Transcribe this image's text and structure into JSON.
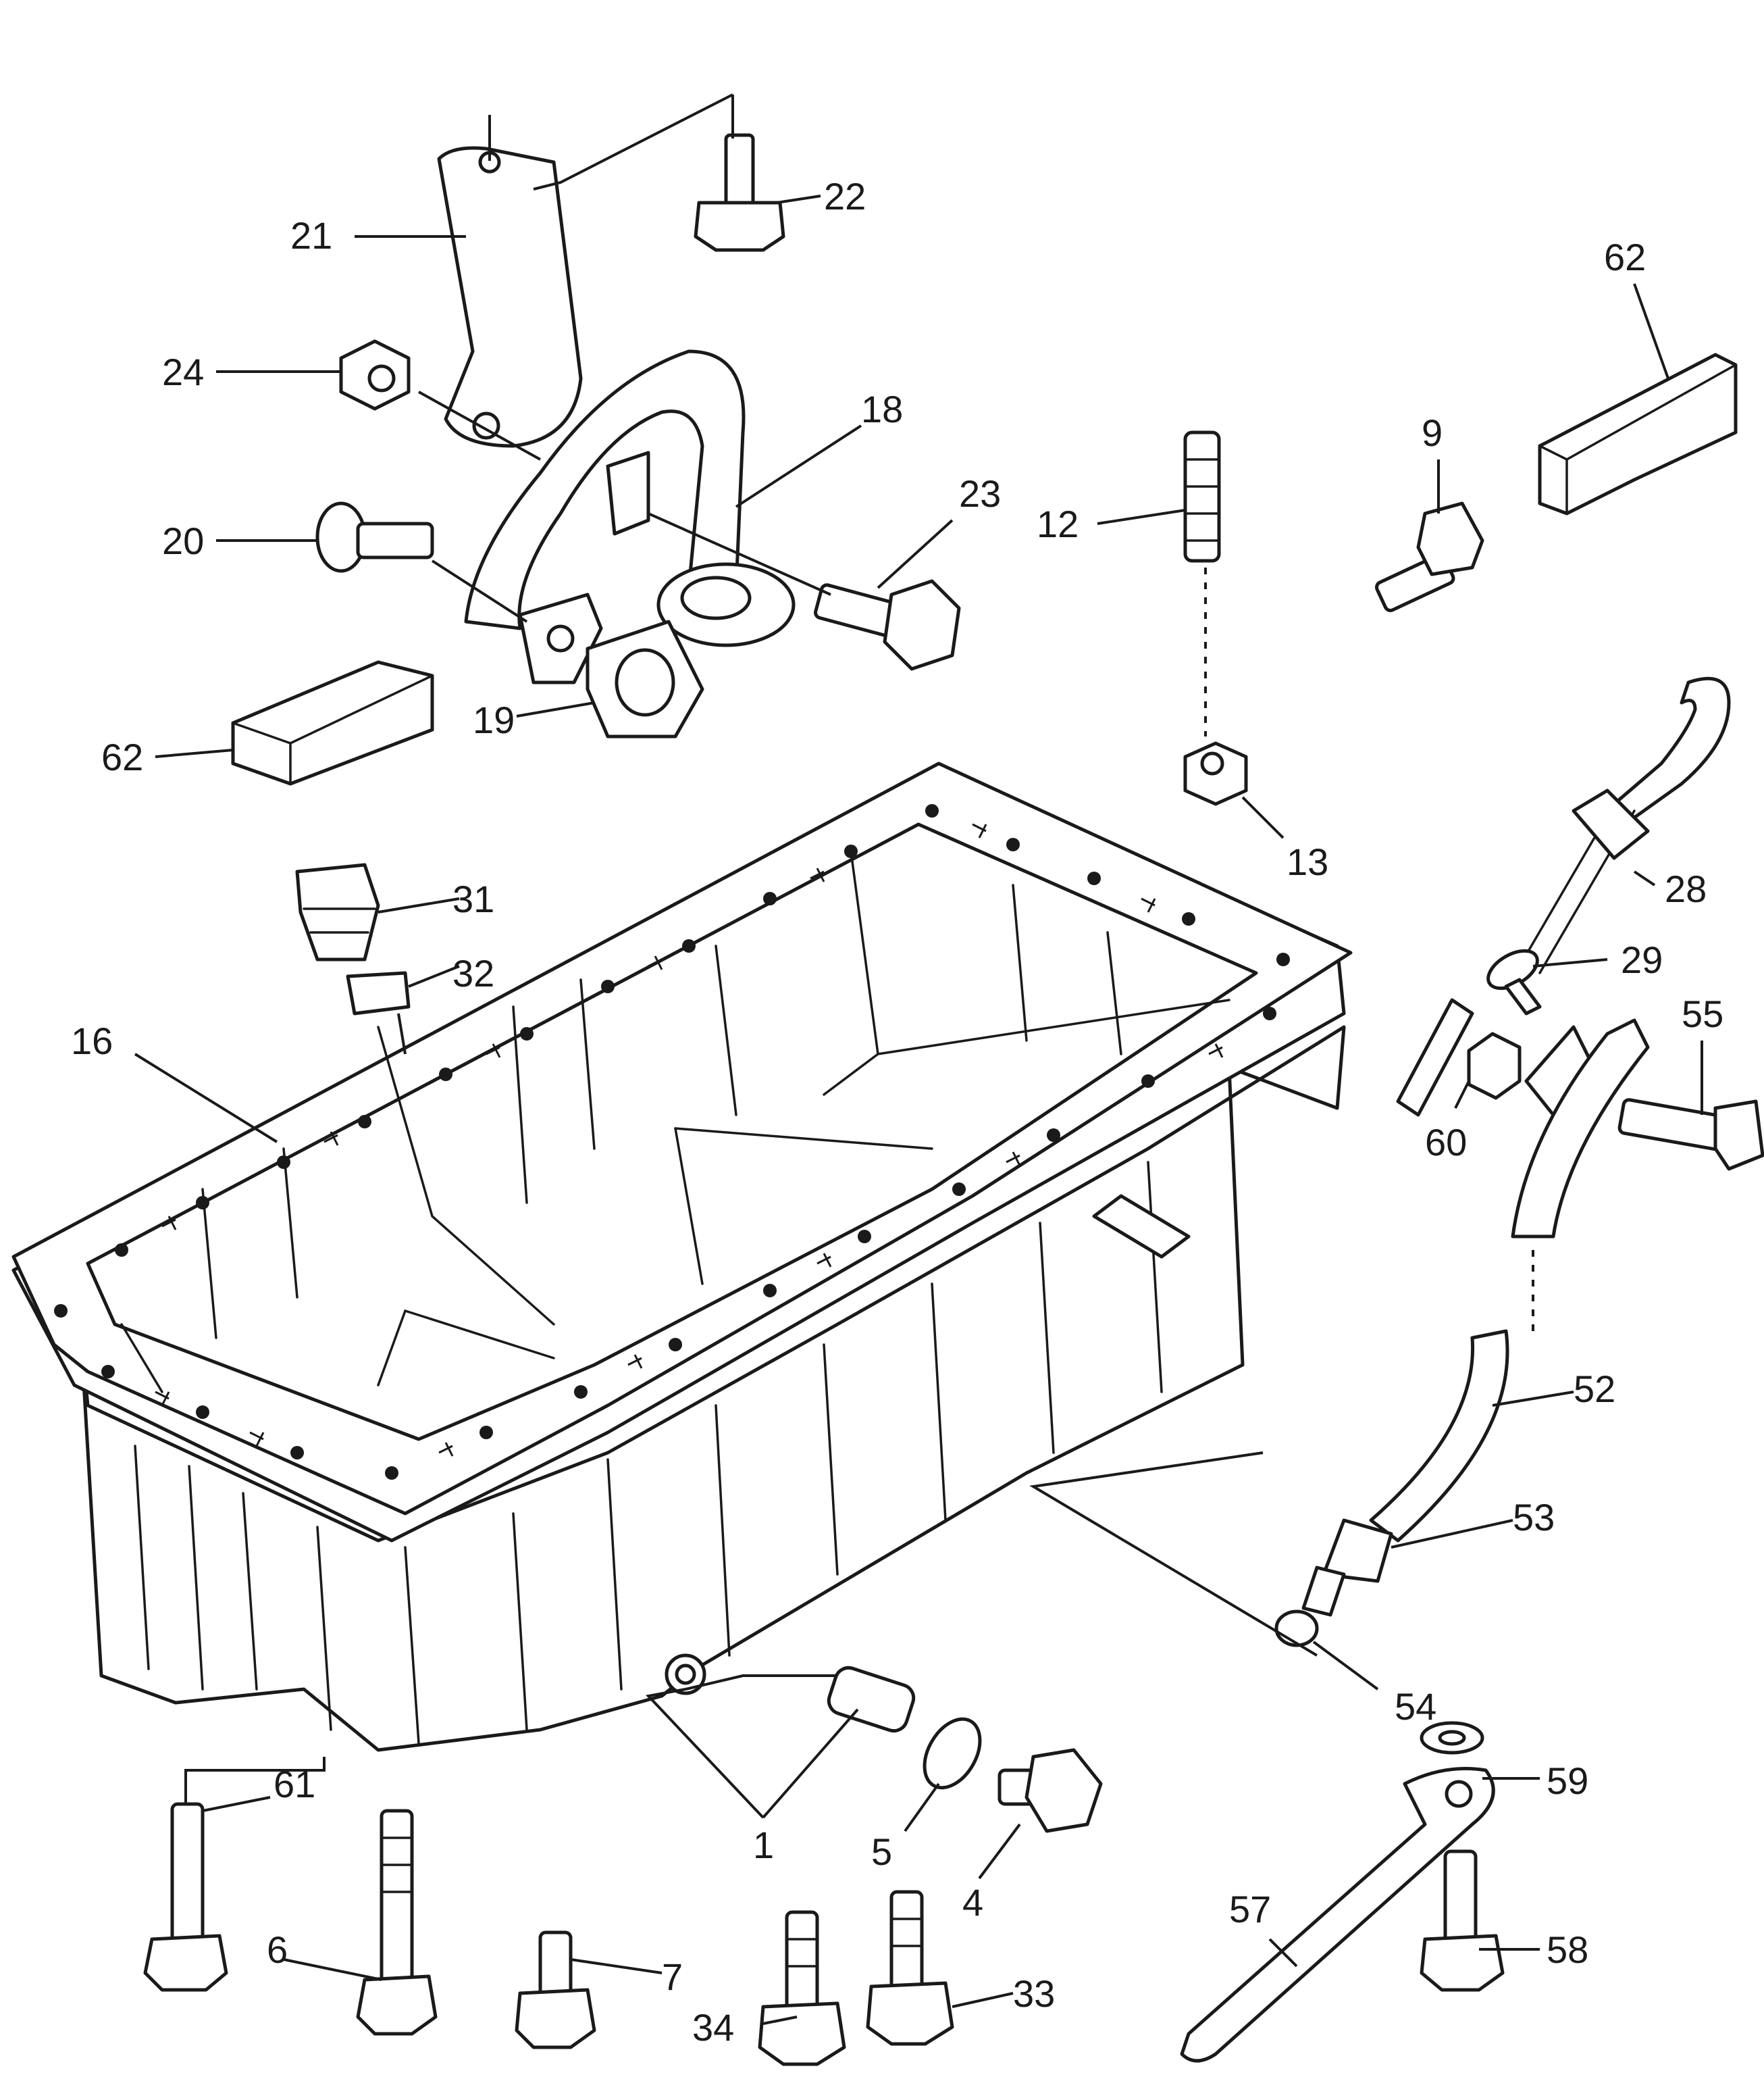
{
  "callouts": {
    "c1": "1",
    "c4": "4",
    "c5": "5",
    "c6": "6",
    "c7": "7",
    "c9": "9",
    "c12": "12",
    "c13": "13",
    "c16": "16",
    "c18": "18",
    "c19": "19",
    "c20": "20",
    "c21": "21",
    "c22": "22",
    "c23": "23",
    "c24": "24",
    "c28": "28",
    "c29": "29",
    "c31": "31",
    "c32": "32",
    "c33": "33",
    "c34": "34",
    "c52": "52",
    "c53": "53",
    "c54": "54",
    "c55": "55",
    "c57": "57",
    "c58": "58",
    "c59": "59",
    "c60": "60",
    "c61": "61",
    "c62a": "62",
    "c62b": "62"
  }
}
